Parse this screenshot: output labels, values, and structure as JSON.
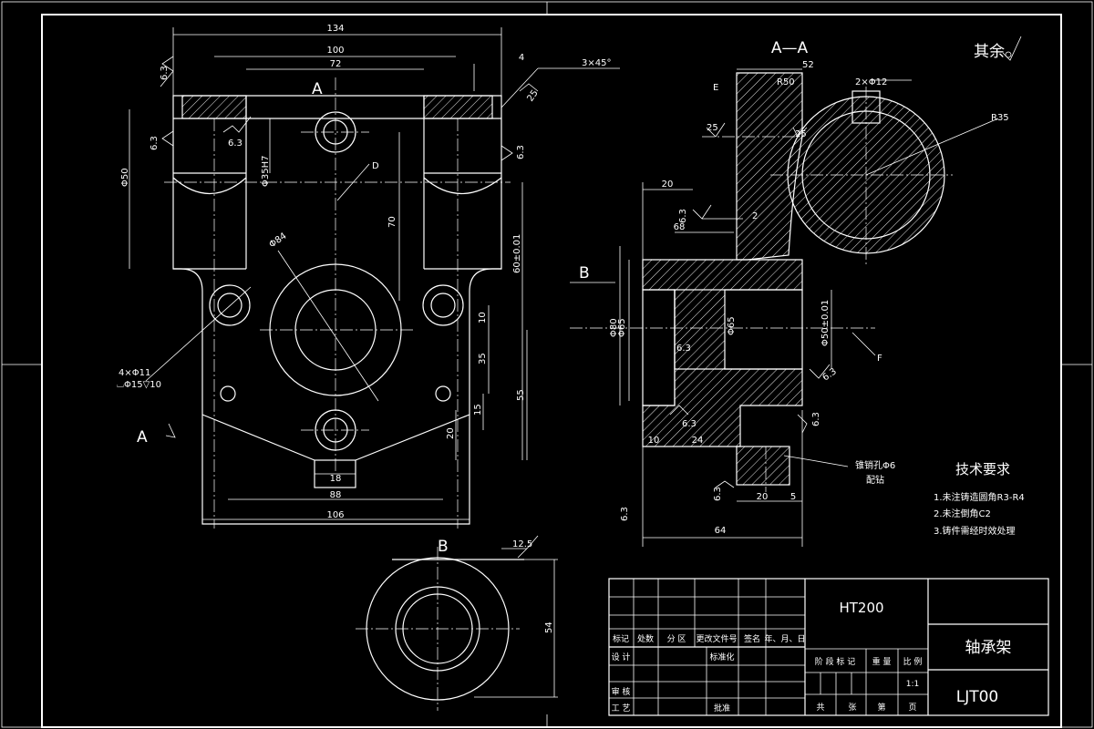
{
  "views": {
    "section_label": "A—A",
    "arrow_a_top": "A",
    "arrow_a_left": "A",
    "arrow_b_left": "B",
    "view_b_label": "B",
    "roughness_rest": "其余",
    "chamfer_note": "3×45°"
  },
  "front_view_dims": {
    "d134": "134",
    "d100": "100",
    "d72": "72",
    "d4": "4",
    "d63a": "6.3",
    "d63b": "6.3",
    "d63c": "6.3",
    "d63d": "6.3",
    "d25": "25",
    "phi50": "Φ50",
    "phi35": "Φ35H7",
    "leader_d": "D",
    "d70": "70",
    "d60": "60±0.01",
    "phi84": "Φ84",
    "d10": "10",
    "d35": "35",
    "d55": "55",
    "d15": "15",
    "d20": "20",
    "d18": "18",
    "d88": "88",
    "d106": "106",
    "holes_note1": "4×Φ11",
    "holes_note2": "⌴Φ15▽10"
  },
  "section_view_dims": {
    "d52": "52",
    "r50": "R50",
    "holes2": "2×Φ12",
    "e": "E",
    "r35": "R35",
    "d25a": "25",
    "d25b": "25",
    "d20": "20",
    "d63a": "6.3",
    "d2": "2",
    "d68": "68",
    "phi80": "Φ80",
    "phi65": "Φ65",
    "d63b": "6.3",
    "phi50": "Φ50±0.01",
    "f": "F",
    "d63c": "6.3",
    "d63d": "6.3",
    "d63e": "6.3",
    "d10": "10",
    "d24": "24",
    "pin_note1": "锥销孔Φ6",
    "pin_note2": "配钻",
    "d63f": "6.3",
    "d63g": "6.3",
    "d20b": "20",
    "d5": "5",
    "d64": "64"
  },
  "view_b_dims": {
    "d125": "12.5",
    "d54": "54"
  },
  "tech_requirements": {
    "title": "技术要求",
    "items": [
      "1.未注铸造圆角R3-R4",
      "2.未注倒角C2",
      "3.铸件需经时效处理"
    ]
  },
  "title_block": {
    "material": "HT200",
    "part_name": "轴承架",
    "drawing_no": "LJT00",
    "header": [
      "标记",
      "处数",
      "分 区",
      "更改文件号",
      "签名",
      "年、月、日"
    ],
    "row_design": "设 计",
    "standardize": "标准化",
    "review": "审 核",
    "process": "工 艺",
    "approve": "批准",
    "stage_header": [
      "阶 段 标 记",
      "重 量",
      "比 例"
    ],
    "scale": "1:1",
    "sheets": [
      "共",
      "张",
      "第",
      "页"
    ]
  }
}
